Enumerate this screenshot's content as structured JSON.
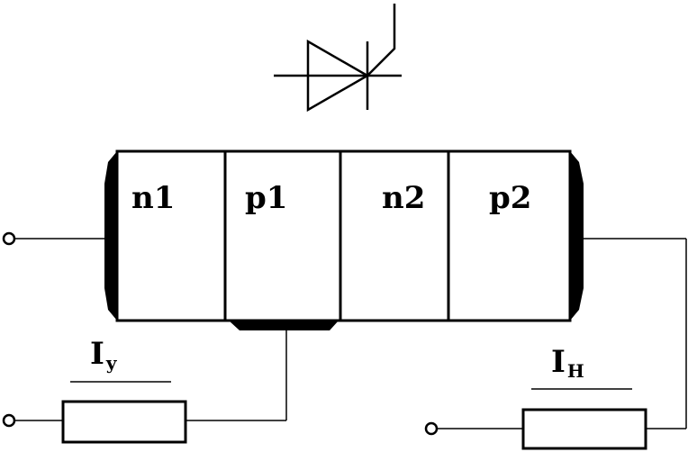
{
  "diagram": {
    "regions": [
      {
        "label": "n1"
      },
      {
        "label": "p1"
      },
      {
        "label": "n2"
      },
      {
        "label": "p2"
      }
    ],
    "control_current": {
      "main": "I",
      "subscript": "y"
    },
    "load_current": {
      "main": "I",
      "subscript": "H"
    },
    "symbol_icon": "thyristor-symbol-icon",
    "colors": {
      "line": "#000000",
      "background": "#ffffff"
    }
  }
}
